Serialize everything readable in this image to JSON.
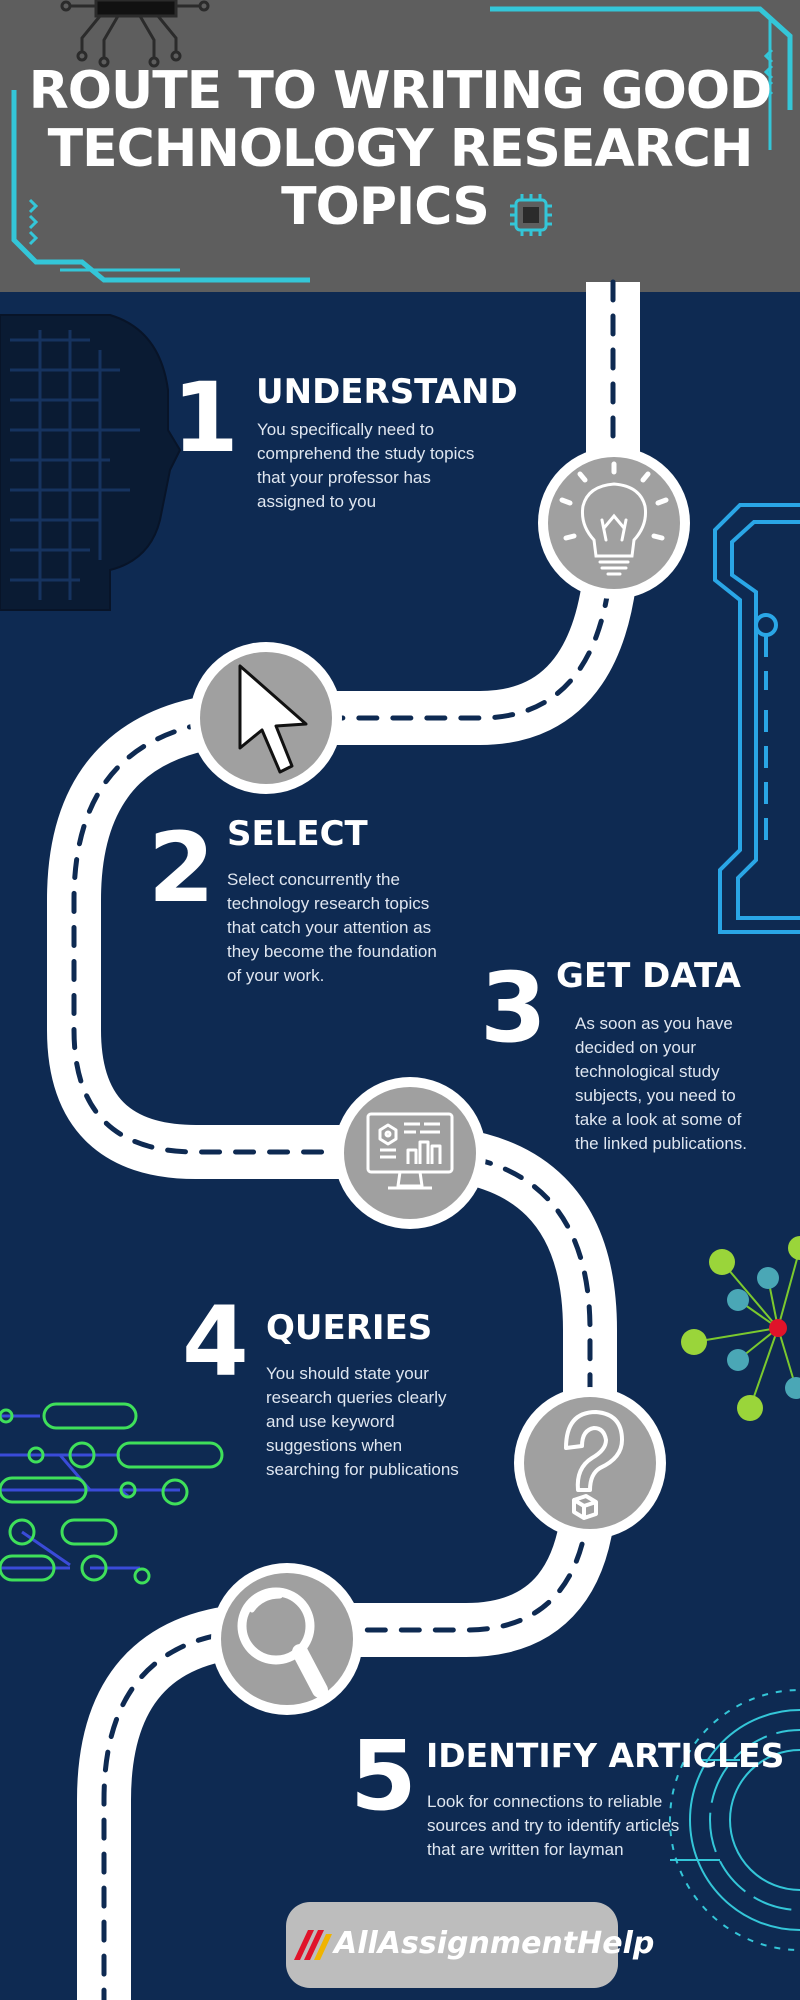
{
  "header": {
    "title_lines": [
      "ROUTE TO WRITING  GOOD",
      "TECHNOLOGY RESEARCH",
      "TOPICS"
    ]
  },
  "steps": [
    {
      "number": "1",
      "title": "UNDERSTAND",
      "lines": [
        "You specifically need to",
        "comprehend the study topics",
        "that your professor has",
        "assigned to you"
      ],
      "icon": "lightbulb-icon"
    },
    {
      "number": "2",
      "title": "SELECT",
      "lines": [
        "Select concurrently the",
        "technology research topics",
        "that catch your attention as",
        "they  become the foundation",
        "of your work."
      ],
      "icon": "cursor-arrow-icon"
    },
    {
      "number": "3",
      "title": "GET DATA",
      "lines": [
        "As soon as you have",
        "decided on your",
        "technological study",
        "subjects, you need to",
        "take a look at some of",
        "the linked publications."
      ],
      "icon": "monitor-analytics-icon"
    },
    {
      "number": "4",
      "title": "QUERIES",
      "lines": [
        "You should state your",
        "research queries clearly",
        "and use keyword",
        "suggestions when",
        "searching for publications"
      ],
      "icon": "question-mark-icon"
    },
    {
      "number": "5",
      "title": "IDENTIFY ARTICLES",
      "lines": [
        "Look for connections to reliable",
        "sources and try to identify articles",
        "that are written for layman"
      ],
      "icon": "magnifier-icon"
    }
  ],
  "brand": {
    "name": "AllAssignmentHelp"
  },
  "colors": {
    "header_bg": "#5e5e5e",
    "body_bg": "#0e2a52",
    "road": "#ffffff",
    "road_dash": "#0e2a52",
    "icon_circle": "#a0a0a0",
    "accent_teal": "#34c6d8",
    "accent_green": "#3fe05a",
    "brand_red": "#e0132a",
    "brand_gold": "#f0b400"
  }
}
